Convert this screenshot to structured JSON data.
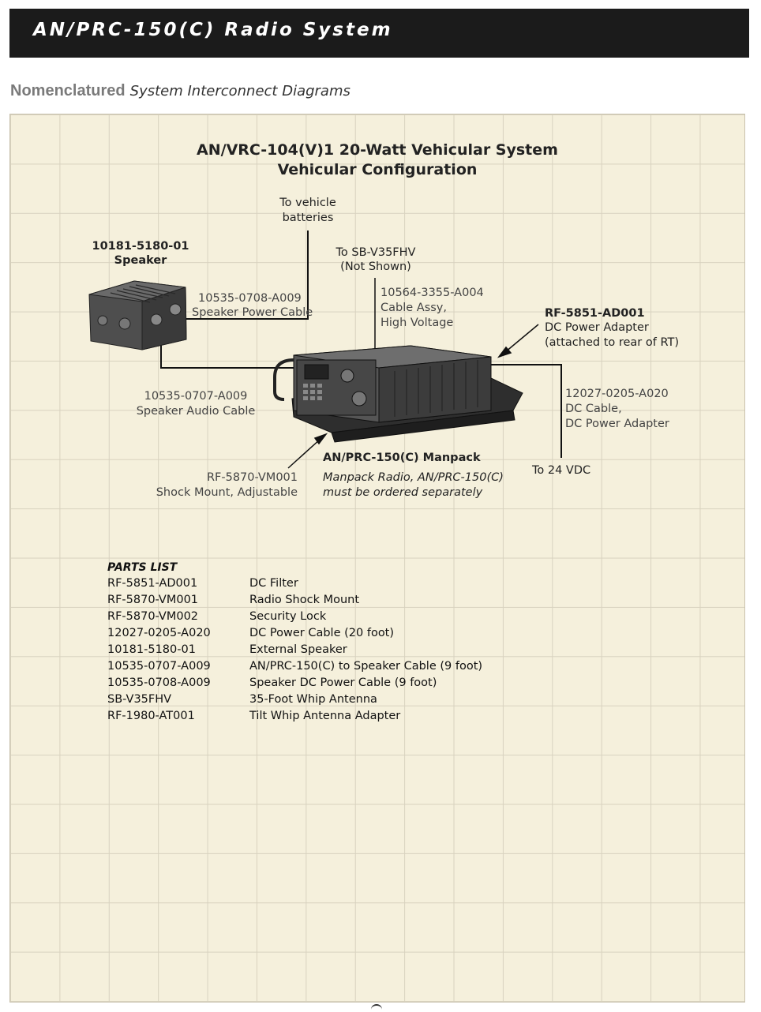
{
  "header": {
    "title": "AN/PRC-150(C) Radio System"
  },
  "subheading": {
    "bold": "Nomenclatured",
    "italic": "System Interconnect Diagrams"
  },
  "diagram": {
    "title_line1": "AN/VRC-104(V)1  20-Watt Vehicular System",
    "title_line2": "Vehicular Configuration",
    "labels": {
      "vehicle_batteries_1": "To vehicle",
      "vehicle_batteries_2": "batteries",
      "speaker_pn": "10181-5180-01",
      "speaker_name": "Speaker",
      "sb_1": "To SB-V35FHV",
      "sb_2": "(Not Shown)",
      "hv_pn": "10564-3355-A004",
      "hv_1": "Cable Assy,",
      "hv_2": "High Voltage",
      "spk_power_pn": "10535-0708-A009",
      "spk_power_name": "Speaker Power Cable",
      "dc_adapter_pn": "RF-5851-AD001",
      "dc_adapter_1": "DC Power Adapter",
      "dc_adapter_2": "(attached to rear of RT)",
      "spk_audio_pn": "10535-0707-A009",
      "spk_audio_name": "Speaker Audio Cable",
      "dc_cable_pn": "12027-0205-A020",
      "dc_cable_1": "DC Cable,",
      "dc_cable_2": "DC Power Adapter",
      "manpack_title": "AN/PRC-150(C) Manpack",
      "manpack_1": "Manpack Radio, AN/PRC-150(C)",
      "manpack_2": "must be ordered separately",
      "vdc": "To 24 VDC",
      "shock_pn": "RF-5870-VM001",
      "shock_name": "Shock Mount, Adjustable"
    },
    "colors": {
      "grid_bg": "#f5f0dc",
      "grid_line": "#d8d2bf",
      "header_bg": "#1b1b1b",
      "cable": "#111111"
    }
  },
  "parts_list": {
    "title": "PARTS LIST",
    "items": [
      {
        "pn": "RF-5851-AD001",
        "desc": "DC Filter"
      },
      {
        "pn": "RF-5870-VM001",
        "desc": "Radio Shock Mount"
      },
      {
        "pn": "RF-5870-VM002",
        "desc": "Security Lock"
      },
      {
        "pn": "12027-0205-A020",
        "desc": "DC Power Cable (20 foot)"
      },
      {
        "pn": "10181-5180-01",
        "desc": "External Speaker"
      },
      {
        "pn": "10535-0707-A009",
        "desc": "AN/PRC-150(C) to Speaker Cable (9 foot)"
      },
      {
        "pn": "10535-0708-A009",
        "desc": "Speaker DC Power Cable (9 foot)"
      },
      {
        "pn": "SB-V35FHV",
        "desc": "35-Foot Whip Antenna"
      },
      {
        "pn": "RF-1980-AT001",
        "desc": "Tilt Whip Antenna Adapter"
      }
    ]
  }
}
